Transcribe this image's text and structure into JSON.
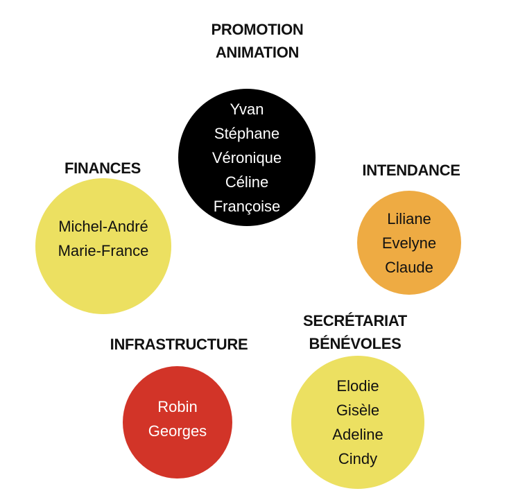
{
  "groups": [
    {
      "id": "promotion",
      "title_lines": [
        "PROMOTION",
        "ANIMATION"
      ],
      "color": "#000000",
      "text_color": "#ffffff",
      "members": [
        "Yvan",
        "Stéphane",
        "Véronique",
        "Céline",
        "Françoise"
      ]
    },
    {
      "id": "finances",
      "title_lines": [
        "FINANCES"
      ],
      "color": "#ece061",
      "text_color": "#111111",
      "members": [
        "Michel-André",
        "Marie-France"
      ]
    },
    {
      "id": "intendance",
      "title_lines": [
        "INTENDANCE"
      ],
      "color": "#eeab43",
      "text_color": "#111111",
      "members": [
        "Liliane",
        "Evelyne",
        "Claude"
      ]
    },
    {
      "id": "infrastructure",
      "title_lines": [
        "INFRASTRUCTURE"
      ],
      "color": "#d23428",
      "text_color": "#ffffff",
      "members": [
        "Robin",
        "Georges"
      ]
    },
    {
      "id": "secretariat",
      "title_lines": [
        "SECRÉTARIAT",
        "BÉNÉVOLES"
      ],
      "color": "#ece061",
      "text_color": "#111111",
      "members": [
        "Elodie",
        "Gisèle",
        "Adeline",
        "Cindy"
      ]
    }
  ]
}
